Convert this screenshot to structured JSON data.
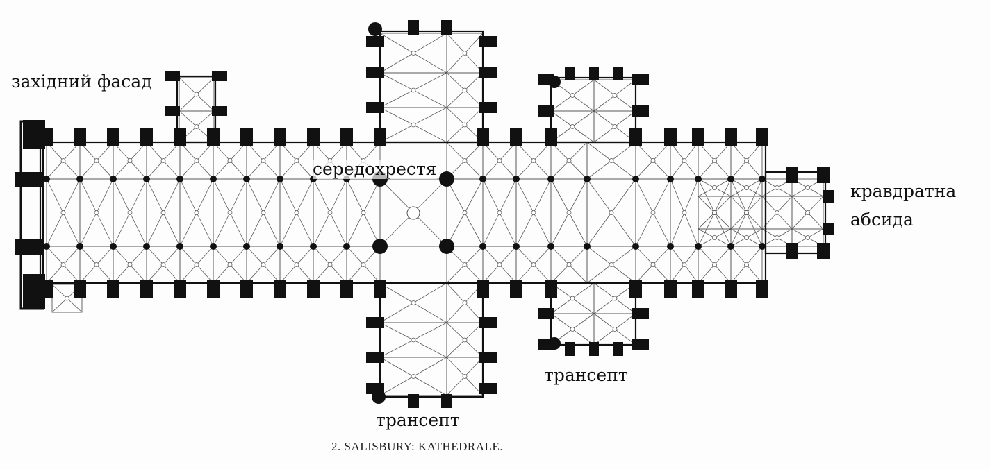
{
  "labels": {
    "west_facade": "західний фасад",
    "crossing": "середохрестя",
    "square_apse_line1": "кравдратна",
    "square_apse_line2": "абсида",
    "transept_main": "трансепт",
    "transept_east": "трансепт"
  },
  "caption": "2. SALISBURY: KATHEDRALE.",
  "colors": {
    "ink": "#111111",
    "paper": "#fdfdfd",
    "line": "#555555"
  }
}
